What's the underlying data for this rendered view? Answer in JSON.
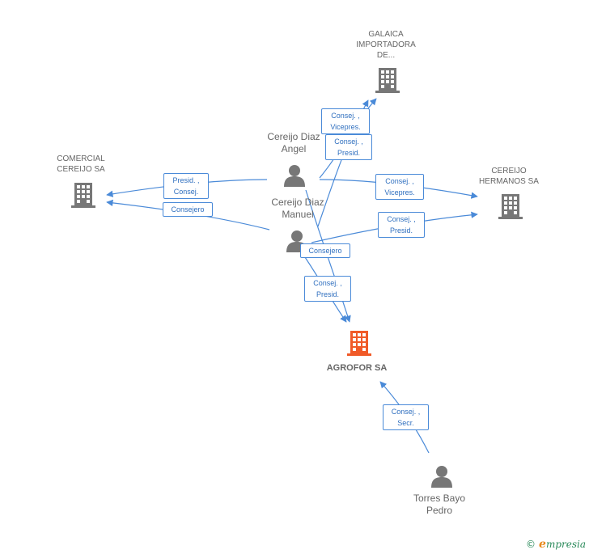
{
  "nodes": {
    "galaica": {
      "label": "GALAICA\nIMPORTADORA\nDE...",
      "icon": "building-icon"
    },
    "comercial": {
      "label": "COMERCIAL\nCEREIJO SA",
      "icon": "building-icon"
    },
    "cereijo_hermanos": {
      "label": "CEREIJO\nHERMANOS SA",
      "icon": "building-icon"
    },
    "agrofor": {
      "label": "AGROFOR SA",
      "icon": "building-icon"
    },
    "cereijo_angel": {
      "label": "Cereijo Diaz\nAngel",
      "icon": "person-icon"
    },
    "cereijo_manuel": {
      "label": "Cereijo Diaz\nManuel",
      "icon": "person-icon"
    },
    "torres": {
      "label": "Torres Bayo\nPedro",
      "icon": "person-icon"
    }
  },
  "edges": {
    "angel_galaica": "Consej. ,\nVicepres.",
    "manuel_galaica": "Consej. ,\nPresid.",
    "angel_comercial": "Presid. ,\nConsej.",
    "manuel_comercial": "Consejero",
    "angel_hermanos": "Consej. ,\nVicepres.",
    "manuel_hermanos": "Consej. ,\nPresid.",
    "angel_agrofor": "Consejero",
    "manuel_agrofor": "Consej. ,\nPresid.",
    "torres_agrofor": "Consej. ,\nSecr."
  },
  "colors": {
    "edge": "#4a8ad8",
    "icon": "#777777",
    "focus_icon": "#f05a28"
  },
  "footer": {
    "copyright": "©",
    "brand_first": "e",
    "brand_rest": "mpresia"
  }
}
